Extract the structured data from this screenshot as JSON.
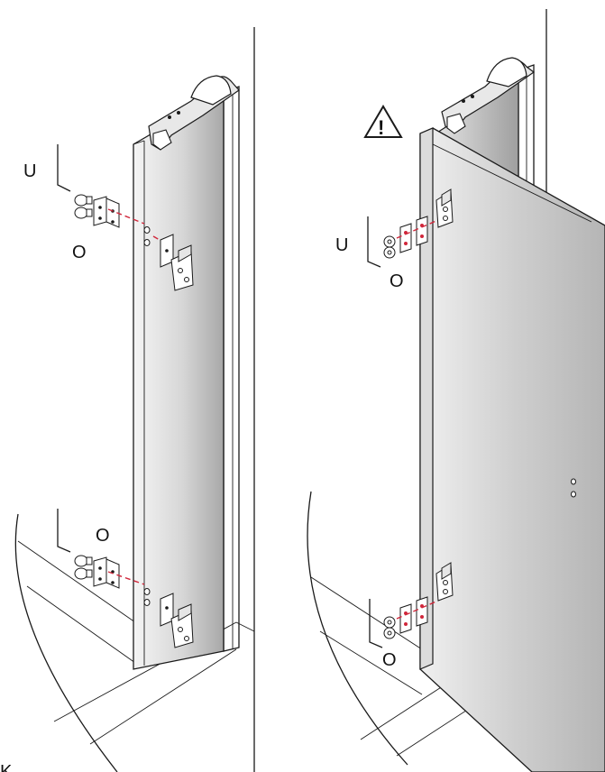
{
  "labels": {
    "allen_key_left": "U",
    "hinge_top_left": "O",
    "hinge_bottom_left": "O",
    "allen_key_right": "U",
    "hinge_top_right": "O",
    "hinge_bottom_right": "O",
    "bottom_corner": "K"
  },
  "warning": {
    "icon": "warning-triangle-icon",
    "mark": "!"
  },
  "colors": {
    "glass_light": "#f2f2f2",
    "glass_dark": "#a9a9a9",
    "line": "#1a1a1a",
    "alignment_dash": "#d0263a"
  }
}
